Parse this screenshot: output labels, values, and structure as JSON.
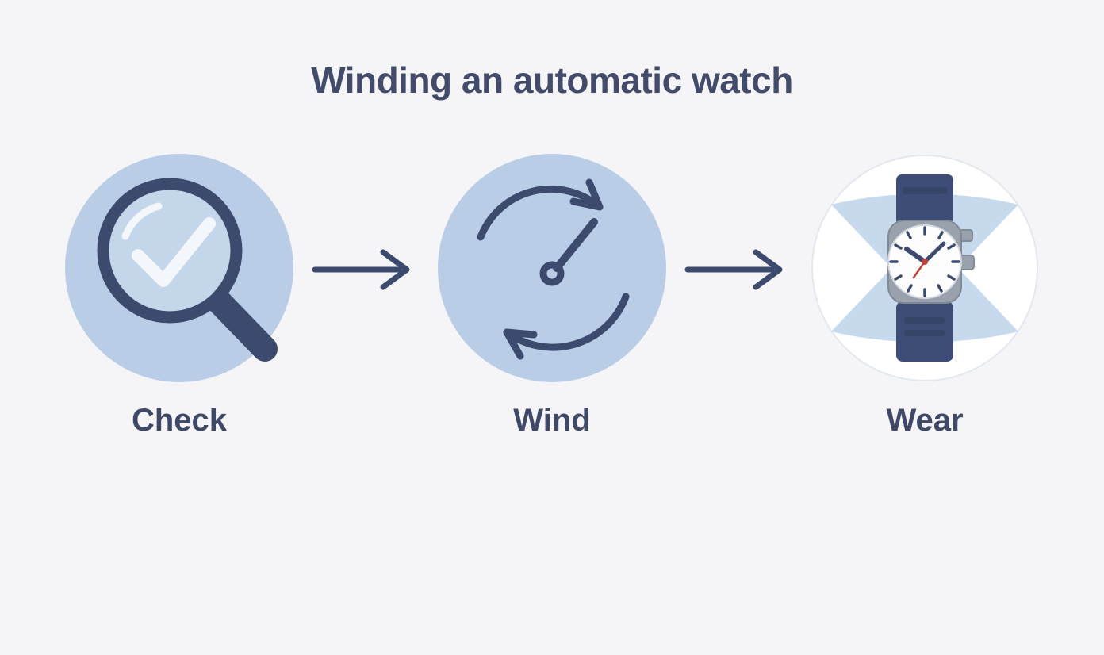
{
  "title": "Winding an automatic watch",
  "colors": {
    "background": "#f5f5f7",
    "accent_navy": "#3c4a6e",
    "circle_blue": "#b9cee6",
    "lens_blue": "#c3d6ea",
    "wedge_blue": "#c7d9ec",
    "strap_navy": "#3e4d77",
    "case_gray": "#98a1ac",
    "second_red": "#c0443c",
    "title_text": "#434b6b",
    "label_text": "#3f4866",
    "white_ink": "#f3f7fb"
  },
  "steps": [
    {
      "label": "Check",
      "icon": "magnifier-check-icon"
    },
    {
      "label": "Wind",
      "icon": "circular-arrows-icon"
    },
    {
      "label": "Wear",
      "icon": "wristwatch-icon"
    }
  ],
  "arrows": [
    {
      "name": "flow-arrow-1"
    },
    {
      "name": "flow-arrow-2"
    }
  ]
}
